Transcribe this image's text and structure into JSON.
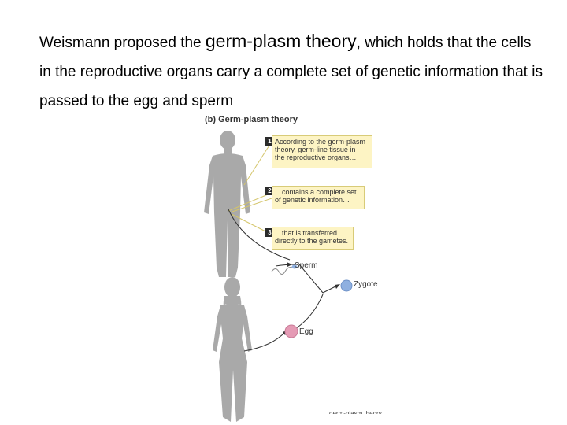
{
  "text": {
    "part1": "Weismann proposed the ",
    "term": "germ-plasm theory",
    "part2": ", which holds that the cells in the reproductive organs carry a complete set of genetic information that is passed to the egg and sperm"
  },
  "figure": {
    "title": "(b) Germ-plasm theory",
    "steps": [
      {
        "num": "1",
        "text": "According to the germ-plasm\ntheory, germ-line tissue in\nthe reproductive organs…"
      },
      {
        "num": "2",
        "text": "…contains a complete set\nof genetic information…"
      },
      {
        "num": "3",
        "text": "…that is transferred\ndirectly to the gametes."
      }
    ],
    "labels": {
      "sperm": "Sperm",
      "zygote": "Zygote",
      "egg": "Egg"
    },
    "cut_caption": "germ-plasm theory.",
    "colors": {
      "callout_bg": "#fdf4c4",
      "silhouette": "#a9a9a9",
      "zygote": "#8fb0e0",
      "egg": "#e59bb5"
    }
  }
}
